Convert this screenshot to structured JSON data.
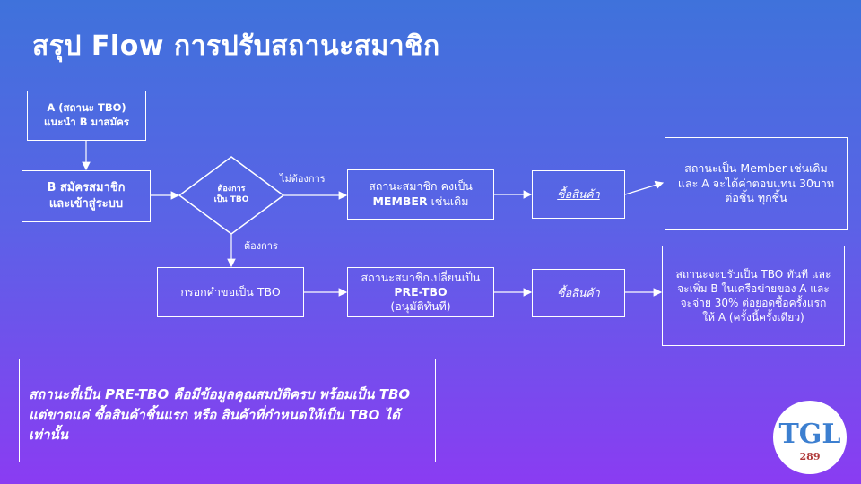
{
  "title": "สรุป Flow การปรับสถานะสมาชิก",
  "boxes": {
    "a": "A (สถานะ TBO)\nแนะนำ B มาสมัคร",
    "b": "B สมัครสมาชิก\nและเข้าสู่ระบบ",
    "decision": "ต้องการ\nเป็น TBO",
    "member_line1": "สถานะสมาชิก คงเป็น",
    "member_line2": "MEMBER",
    "member_line3": " เช่นเดิม",
    "buy1": "ซื้อสินค้า",
    "result1": "สถานะเป็น Member เช่นเดิม\nและ A จะได้ค่าตอบแทน 30บาท\nต่อชิ้น ทุกชิ้น",
    "form": "กรอกคำขอเป็น TBO",
    "pretbo_line1": "สถานะสมาชิกเปลี่ยนเป็น",
    "pretbo_line2": "PRE-TBO",
    "pretbo_line3": "(อนุมัติทันที)",
    "buy2": "ซื้อสินค้า",
    "result2": "สถานะจะปรับเป็น TBO ทันที และ\nจะเพิ่ม B ในเครือข่ายของ A และ\nจะจ่าย 30% ต่อยอดซื้อครั้งแรก\nให้ A (ครั้งนี้ครั้งเดียว)"
  },
  "labels": {
    "no": "ไม่ต้องการ",
    "yes": "ต้องการ"
  },
  "note": "สถานะที่เป็น PRE-TBO คือมีข้อมูลคุณสมบัติครบ พร้อมเป็น TBO  แต่ขาดแค่ ซื้อสินค้าชิ้นแรก หรือ สินค้าที่กำหนดให้เป็น TBO ได้เท่านั้น",
  "logo": {
    "letters": "TGL",
    "number": "289"
  }
}
